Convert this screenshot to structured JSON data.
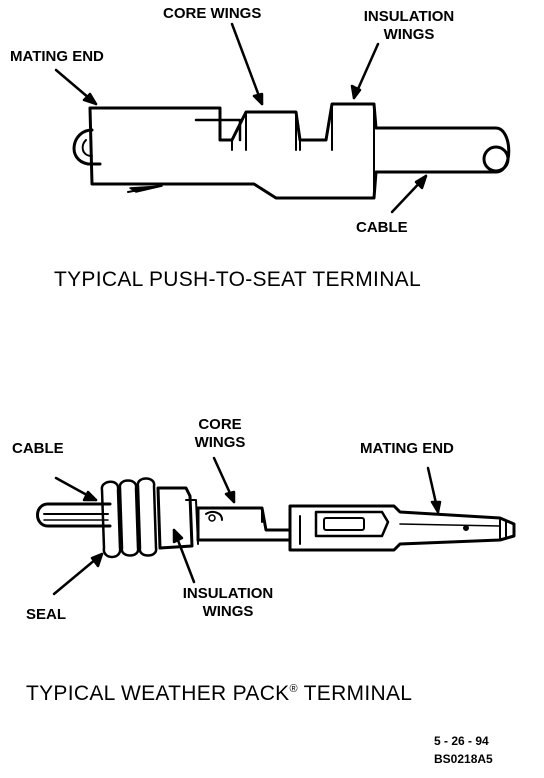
{
  "top_diagram": {
    "labels": {
      "mating_end": "MATING END",
      "core_wings": "CORE WINGS",
      "insulation_wings_line1": "INSULATION",
      "insulation_wings_line2": "WINGS",
      "cable": "CABLE"
    },
    "caption": "TYPICAL PUSH-TO-SEAT TERMINAL"
  },
  "bottom_diagram": {
    "labels": {
      "cable": "CABLE",
      "core_wings_line1": "CORE",
      "core_wings_line2": "WINGS",
      "mating_end": "MATING END",
      "seal": "SEAL",
      "insulation_wings_line1": "INSULATION",
      "insulation_wings_line2": "WINGS"
    },
    "caption": "TYPICAL WEATHER PACK",
    "caption_mark": "®",
    "caption_end": " TERMINAL"
  },
  "footer": {
    "date": "5 - 26 - 94",
    "code": "BS0218A5"
  }
}
